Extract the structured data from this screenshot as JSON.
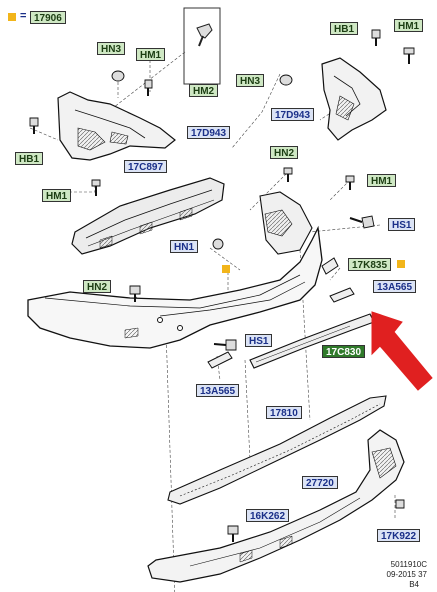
{
  "header": {
    "dot_color": "#f2b51a",
    "equals": "=",
    "part_ref": "17906"
  },
  "labels": {
    "hn3_left": "HN3",
    "hm1_left_top": "HM1",
    "hm2": "HM2",
    "hb1_right": "HB1",
    "hm1_right_top": "HM1",
    "hn3_right": "HN3",
    "d943_left": "17D943",
    "d943_right": "17D943",
    "hb1_left": "HB1",
    "c897": "17C897",
    "hn2_top": "HN2",
    "hm1_left_mid": "HM1",
    "hm1_right_mid": "HM1",
    "hs1_top": "HS1",
    "hn1": "HN1",
    "k835": "17K835",
    "a565_right": "13A565",
    "hn2_mid": "HN2",
    "c830": "17C830",
    "hs1_mid": "HS1",
    "a565_left": "13A565",
    "p17810": "17810",
    "p27720": "27720",
    "k262": "16K262",
    "k922": "17K922"
  },
  "footer": {
    "line1": "5011910C",
    "line2": "09-2015 37",
    "line3": "B4"
  },
  "colors": {
    "green_label": "#cfe8c4",
    "blue_label": "#dbe3f5",
    "dark_green": "#2f7a2a",
    "arrow": "#e02020"
  }
}
